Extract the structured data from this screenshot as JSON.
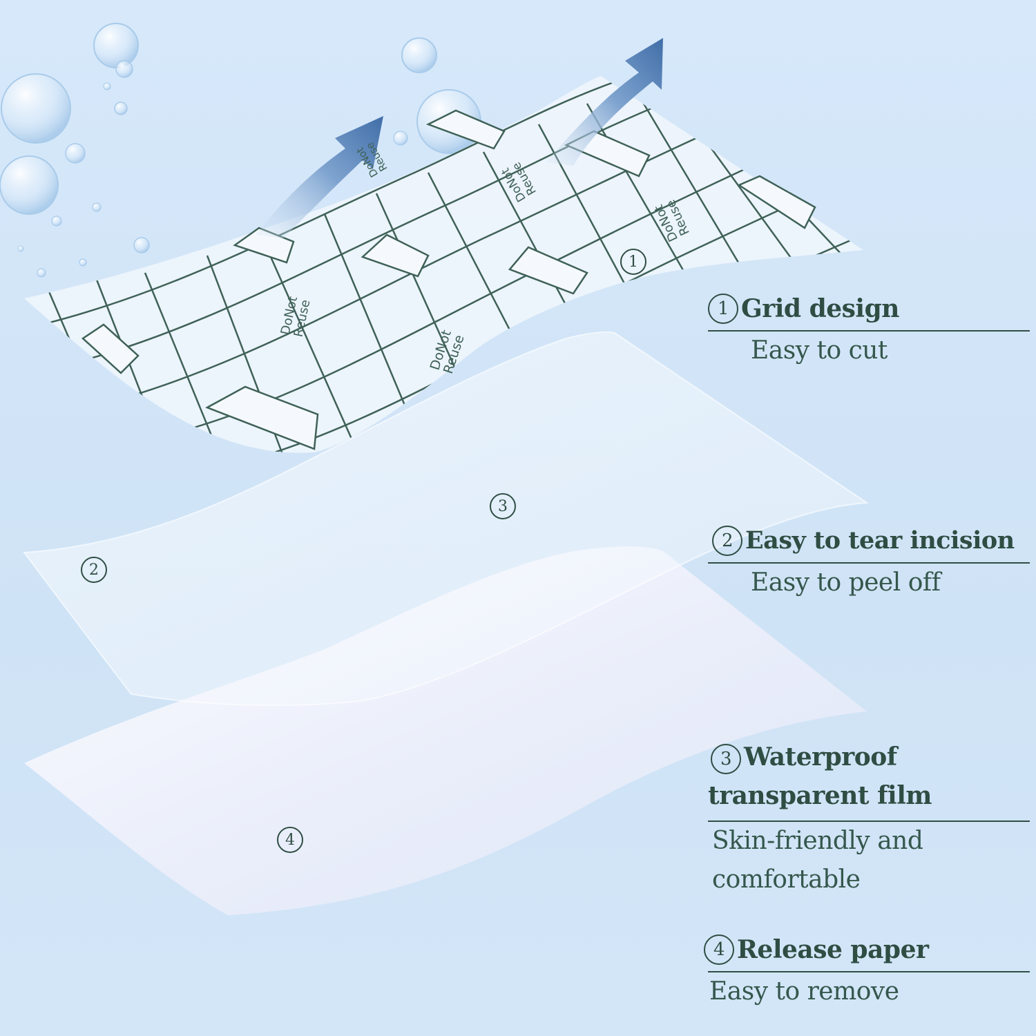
{
  "film_labels": {
    "line1": "DoNot",
    "line2": "Reuse"
  },
  "layer_markers": [
    {
      "number": "1"
    },
    {
      "number": "2"
    },
    {
      "number": "3"
    },
    {
      "number": "4"
    }
  ],
  "features": [
    {
      "number": "1",
      "title": "Grid design",
      "subtitle": "Easy to cut"
    },
    {
      "number": "2",
      "title": "Easy to tear incision",
      "subtitle": "Easy to peel off"
    },
    {
      "number": "3",
      "title": "Waterproof transparent film",
      "subtitle": "Skin-friendly and comfortable"
    },
    {
      "number": "4",
      "title": "Release paper",
      "subtitle": "Easy to remove"
    }
  ],
  "colors": {
    "background": "#d3e6f8",
    "text": "#2f4d43",
    "grid_lines": "#3f6157",
    "arrow": "#5a86bd"
  }
}
